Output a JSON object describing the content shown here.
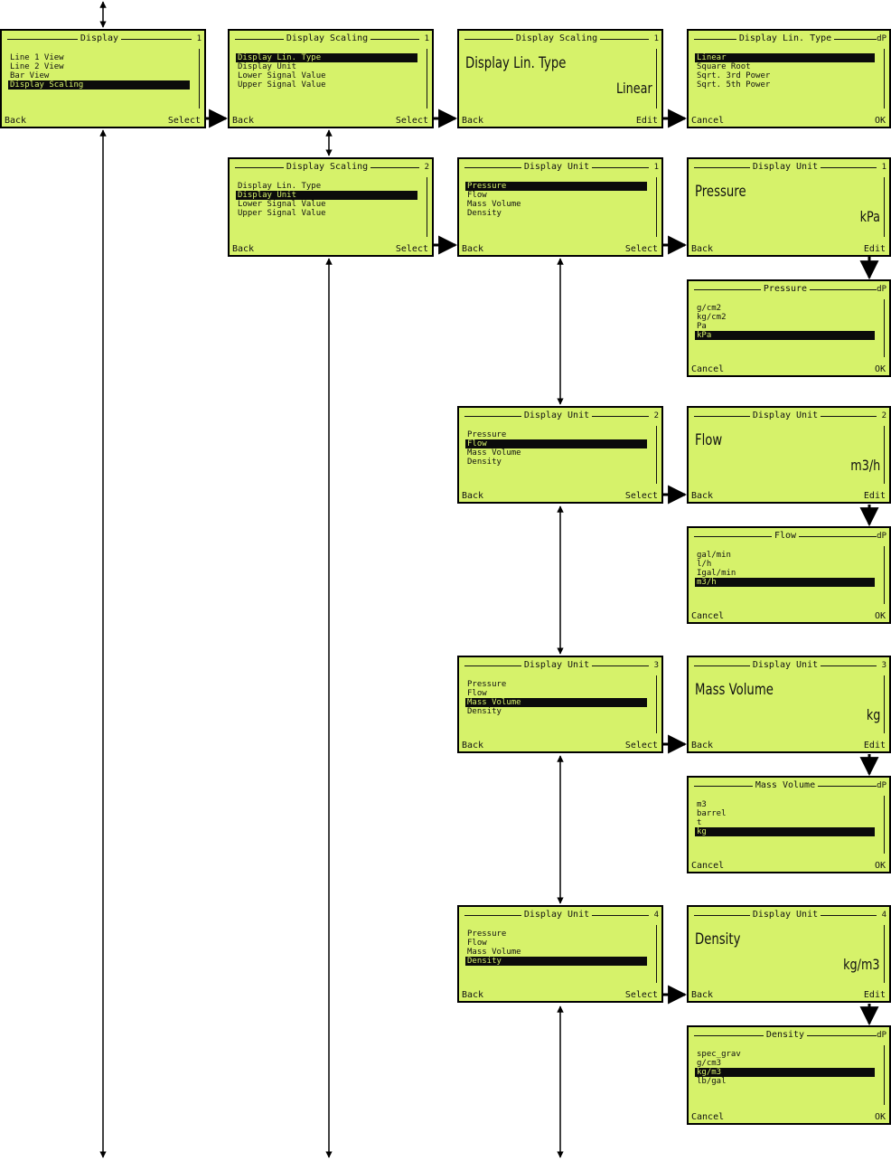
{
  "screens": [
    {
      "id": "display-menu",
      "title": "Display",
      "corner": "1",
      "items": [
        "Line 1 View",
        "Line 2 View",
        "Bar View",
        "Display Scaling"
      ],
      "selected": 3,
      "left": "Back",
      "right": "Select"
    },
    {
      "id": "display-scaling-1",
      "title": "Display Scaling",
      "corner": "1",
      "items": [
        "Display Lin. Type",
        "Display Unit",
        "Lower Signal Value",
        "Upper Signal Value"
      ],
      "selected": 0,
      "left": "Back",
      "right": "Select"
    },
    {
      "id": "display-lin-type-value",
      "title": "Display Scaling",
      "corner": "1",
      "value": "Display Lin. Type",
      "unit": "Linear",
      "left": "Back",
      "right": "Edit"
    },
    {
      "id": "display-lin-type-edit",
      "title": "Display Lin. Type",
      "corner": "dP",
      "items": [
        "Linear",
        "Square Root",
        "Sqrt. 3rd Power",
        "Sqrt. 5th Power"
      ],
      "selected": 0,
      "left": "Cancel",
      "right": "OK"
    },
    {
      "id": "display-scaling-2",
      "title": "Display Scaling",
      "corner": "2",
      "items": [
        "Display Lin. Type",
        "Display Unit",
        "Lower Signal Value",
        "Upper Signal Value"
      ],
      "selected": 1,
      "left": "Back",
      "right": "Select"
    },
    {
      "id": "display-unit-1",
      "title": "Display Unit",
      "corner": "1",
      "items": [
        "Pressure",
        "Flow",
        "Mass Volume",
        "Density"
      ],
      "selected": 0,
      "left": "Back",
      "right": "Select"
    },
    {
      "id": "pressure-value",
      "title": "Display Unit",
      "corner": "1",
      "value": "Pressure",
      "unit": "kPa",
      "left": "Back",
      "right": "Edit"
    },
    {
      "id": "pressure-edit",
      "title": "Pressure",
      "corner": "dP",
      "items": [
        "g/cm2",
        "kg/cm2",
        "Pa",
        "kPa"
      ],
      "selected": 3,
      "left": "Cancel",
      "right": "OK"
    },
    {
      "id": "display-unit-2",
      "title": "Display Unit",
      "corner": "2",
      "items": [
        "Pressure",
        "Flow",
        "Mass Volume",
        "Density"
      ],
      "selected": 1,
      "left": "Back",
      "right": "Select"
    },
    {
      "id": "flow-value",
      "title": "Display Unit",
      "corner": "2",
      "value": "Flow",
      "unit": "m3/h",
      "left": "Back",
      "right": "Edit"
    },
    {
      "id": "flow-edit",
      "title": "Flow",
      "corner": "dP",
      "items": [
        "gal/min",
        "l/h",
        "Igal/min",
        "m3/h"
      ],
      "selected": 3,
      "left": "Cancel",
      "right": "OK"
    },
    {
      "id": "display-unit-3",
      "title": "Display Unit",
      "corner": "3",
      "items": [
        "Pressure",
        "Flow",
        "Mass Volume",
        "Density"
      ],
      "selected": 2,
      "left": "Back",
      "right": "Select"
    },
    {
      "id": "mass-volume-value",
      "title": "Display Unit",
      "corner": "3",
      "value": "Mass Volume",
      "unit": "kg",
      "left": "Back",
      "right": "Edit"
    },
    {
      "id": "mass-volume-edit",
      "title": "Mass Volume",
      "corner": "dP",
      "items": [
        "m3",
        "barrel",
        "t",
        "kg"
      ],
      "selected": 3,
      "left": "Cancel",
      "right": "OK"
    },
    {
      "id": "display-unit-4",
      "title": "Display Unit",
      "corner": "4",
      "items": [
        "Pressure",
        "Flow",
        "Mass Volume",
        "Density"
      ],
      "selected": 3,
      "left": "Back",
      "right": "Select"
    },
    {
      "id": "density-value",
      "title": "Display Unit",
      "corner": "4",
      "value": "Density",
      "unit": "kg/m3",
      "left": "Back",
      "right": "Edit"
    },
    {
      "id": "density-edit",
      "title": "Density",
      "corner": "dP",
      "items": [
        "spec_grav",
        "g/cm3",
        "kg/m3",
        "lb/gal"
      ],
      "selected": 2,
      "left": "Cancel",
      "right": "OK"
    }
  ]
}
